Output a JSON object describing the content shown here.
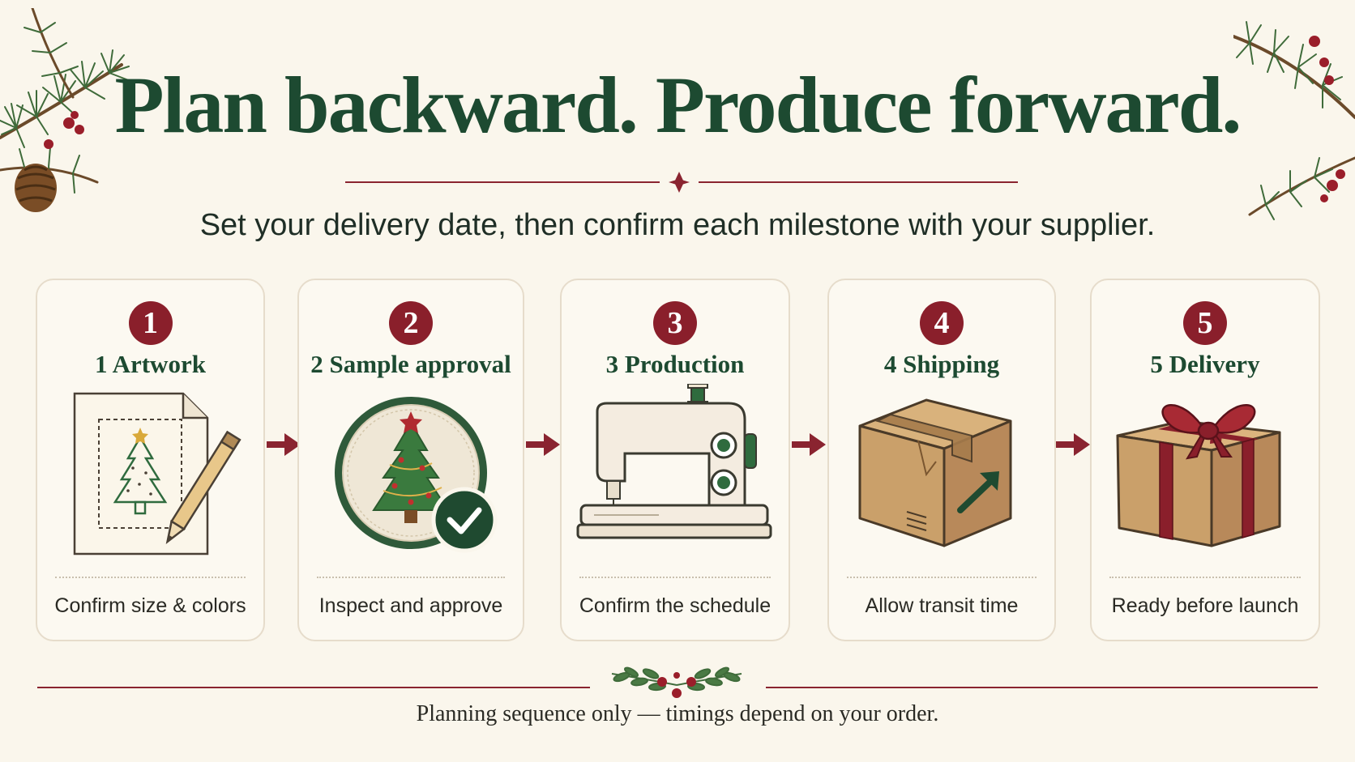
{
  "header": {
    "title": "Plan backward. Produce forward.",
    "subtitle": "Set your delivery date, then confirm each milestone with your supplier."
  },
  "steps": [
    {
      "badge": "1",
      "title": "1 Artwork",
      "caption": "Confirm size & colors",
      "icon": "artwork-sketch-icon"
    },
    {
      "badge": "2",
      "title": "2 Sample approval",
      "caption": "Inspect and approve",
      "icon": "embroidered-patch-check-icon"
    },
    {
      "badge": "3",
      "title": "3 Production",
      "caption": "Confirm the schedule",
      "icon": "sewing-machine-icon"
    },
    {
      "badge": "4",
      "title": "4 Shipping",
      "caption": "Allow transit time",
      "icon": "shipping-box-icon"
    },
    {
      "badge": "5",
      "title": "5 Delivery",
      "caption": "Ready before launch",
      "icon": "gift-box-icon"
    }
  ],
  "footer": {
    "note": "Planning sequence only — timings depend on your order."
  },
  "colors": {
    "background": "#faf6ec",
    "title_green": "#1d4a31",
    "accent_red": "#8a1f2b",
    "card_border": "#e6dccb",
    "kraft": "#caa06a"
  }
}
